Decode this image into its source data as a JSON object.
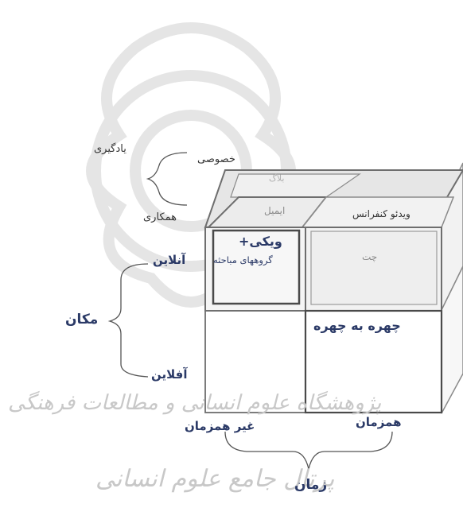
{
  "diagram": {
    "axis_time": {
      "label": "زمان",
      "synchronous": "همزمان",
      "asynchronous": "غیر همزمان"
    },
    "axis_place": {
      "label": "مکان",
      "online": "آنلاین",
      "offline": "آفلاین"
    },
    "axis_learning": {
      "label": "یادگیری",
      "private": "خصوصی",
      "collaborative": "همکاری"
    },
    "cells": {
      "blog": "بلاگ",
      "email": "ایمیل",
      "videoconference": "ویدئو کنفرانس",
      "wiki_plus": "ویکی+",
      "discussion_groups": "گروههای مباحثه",
      "chat": "چت",
      "face_to_face": "چهره به چهره"
    },
    "watermark": {
      "line1": "پژوهشگاه علوم انسانی و مطالعات فرهنگی",
      "line2": "پرتال جامع علوم انسانی"
    },
    "colors": {
      "label_navy": "#2b3a67",
      "cell_grey": "#8a8a8a",
      "edge": "#6e6e6e",
      "face_light": "#f2f2f2",
      "watermark": "#bdbdbd"
    }
  }
}
